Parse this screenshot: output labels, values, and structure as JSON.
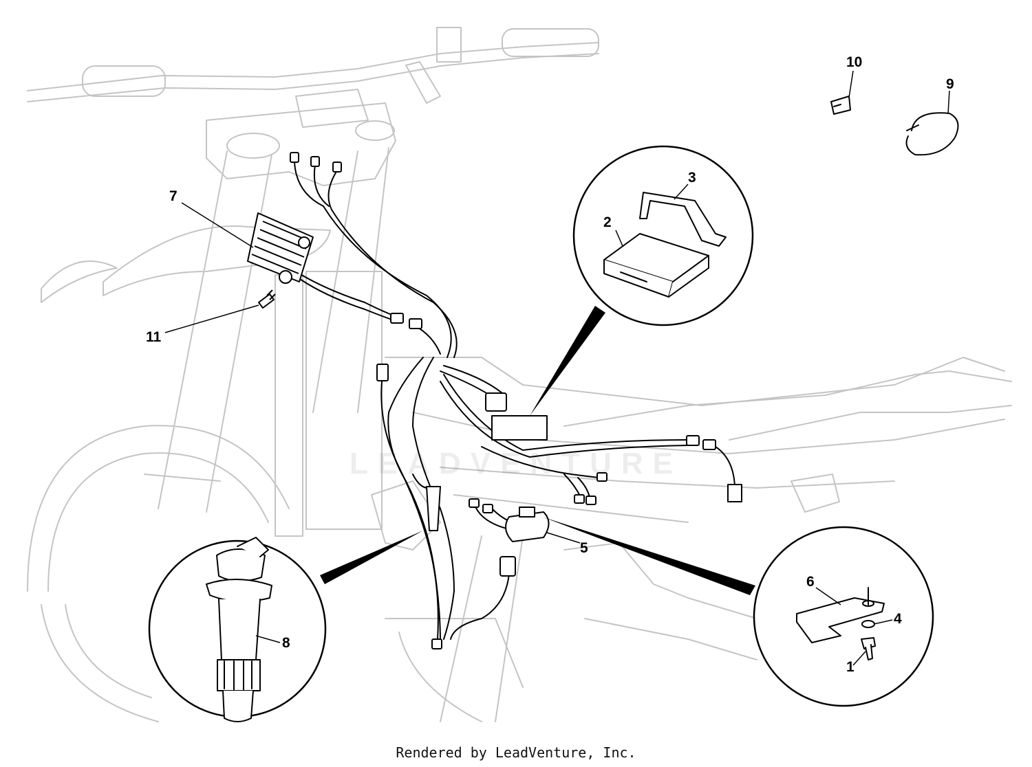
{
  "callouts": {
    "c1": "1",
    "c2": "2",
    "c3": "3",
    "c4": "4",
    "c5": "5",
    "c6": "6",
    "c7": "7",
    "c8": "8",
    "c9": "9",
    "c10": "10",
    "c11": "11"
  },
  "watermark": "LEADVENTURE",
  "footer": "Rendered by LeadVenture, Inc.",
  "colors": {
    "line": "#000000",
    "ghost": "#c8c8c8",
    "background": "#ffffff"
  }
}
